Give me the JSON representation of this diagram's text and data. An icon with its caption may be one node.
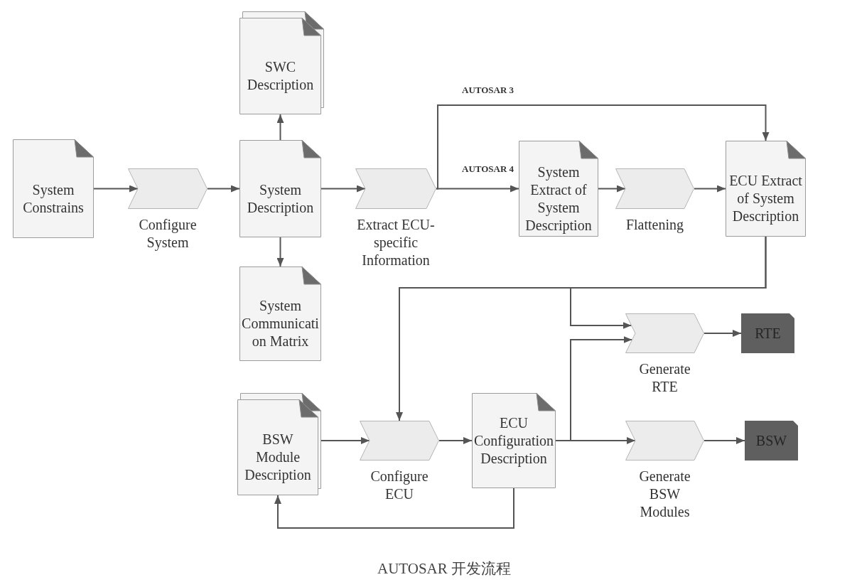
{
  "diagram": {
    "caption": "AUTOSAR 开发流程",
    "nodes": [
      {
        "text": [
          "System Constrains"
        ]
      },
      {
        "text": [],
        "shape": "chevron",
        "beside": [
          "Configure System"
        ]
      },
      {
        "text": [
          "SWC Description"
        ]
      },
      {
        "text": [
          "System Description"
        ]
      },
      {
        "text": [
          "System Communication Matrix"
        ]
      },
      {
        "text": [],
        "shape": "chevron",
        "beside": [
          "Extract ECU-specific Information"
        ]
      },
      {
        "text": [
          "System Extract of System Description"
        ]
      },
      {
        "text": [],
        "shape": "chevron",
        "beside": [
          "Flattening"
        ]
      },
      {
        "text": [
          "ECU Extract of System Description"
        ]
      },
      {
        "text": [],
        "shape": "chevron",
        "beside": [
          "Generate RTE"
        ]
      },
      {
        "text": [
          "RTE"
        ]
      },
      {
        "text": [
          "BSW Module Description"
        ]
      },
      {
        "text": [],
        "shape": "chevron",
        "beside": [
          "Configure ECU"
        ]
      },
      {
        "text": [
          "ECU Configuration Description"
        ]
      },
      {
        "text": [],
        "shape": "chevron",
        "beside": [
          "Generate BSW Modules"
        ]
      },
      {
        "text": [
          "BSW"
        ]
      }
    ],
    "edges": [
      {
        "from": 0,
        "to": 1,
        "arrow": "to"
      },
      {
        "from": 1,
        "to": 3,
        "arrow": "to"
      },
      {
        "from": 3,
        "to": 2,
        "arrow": "to"
      },
      {
        "from": 3,
        "to": 4,
        "arrow": "to"
      },
      {
        "from": 3,
        "to": 5,
        "arrow": "to"
      },
      {
        "from": 5,
        "to": 6,
        "arrow": "to",
        "label": "AUTOSAR 4"
      },
      {
        "from": 5,
        "to": 8,
        "arrow": "to",
        "label": "AUTOSAR 3"
      },
      {
        "from": 6,
        "to": 7,
        "arrow": "to"
      },
      {
        "from": 7,
        "to": 8,
        "arrow": "to"
      },
      {
        "from": 8,
        "to": 12,
        "arrow": "to"
      },
      {
        "from": 8,
        "to": 9,
        "arrow": "to"
      },
      {
        "from": 13,
        "to": 9,
        "arrow": "to"
      },
      {
        "from": 13,
        "to": 14,
        "arrow": "to"
      },
      {
        "from": 13,
        "to": 11,
        "arrow": "to"
      },
      {
        "from": 9,
        "to": 10,
        "arrow": "to"
      },
      {
        "from": 14,
        "to": 15,
        "arrow": "to"
      },
      {
        "from": 11,
        "to": 12,
        "arrow": "to"
      },
      {
        "from": 12,
        "to": 13,
        "arrow": "to"
      }
    ]
  }
}
